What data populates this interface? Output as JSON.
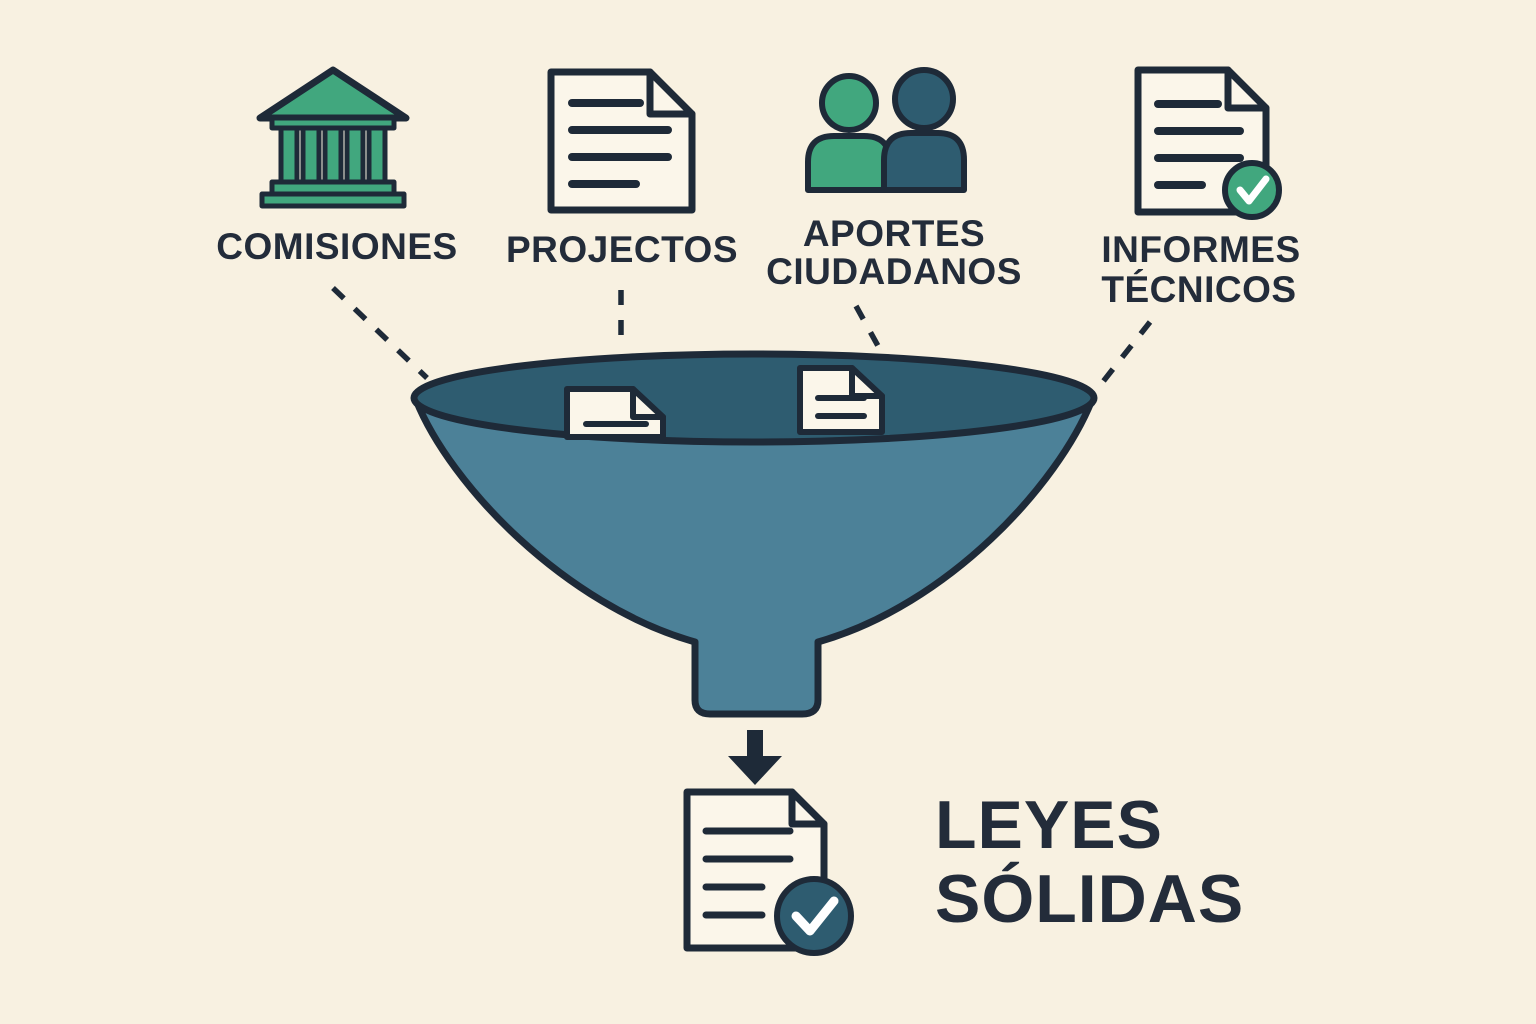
{
  "title": "Law-making funnel infographic",
  "background": "#f8f1e1",
  "colors": {
    "outline": "#1e2a38",
    "text": "#232c3a",
    "green": "#41a77e",
    "teal_dark": "#2e5c70",
    "funnel_body": "#4c8198",
    "paper": "#fbf6ea",
    "check_mark": "#ffffff"
  },
  "inputs": [
    {
      "id": "comisiones",
      "icon": "government-building-icon",
      "lines": [
        "COMISIONES"
      ]
    },
    {
      "id": "projectos",
      "icon": "document-icon",
      "lines": [
        "PROJECTOS"
      ]
    },
    {
      "id": "aportes",
      "icon": "citizens-icon",
      "lines": [
        "APORTES",
        "CIUDADANOS"
      ]
    },
    {
      "id": "informes",
      "icon": "technical-report-icon",
      "lines": [
        "INFORMES",
        "TÉCNICOS"
      ]
    }
  ],
  "funnel": {
    "icon": "funnel-icon",
    "contents": [
      "inner-document-icon",
      "inner-document-icon"
    ]
  },
  "output": {
    "icon": "approved-law-icon",
    "lines": [
      "LEYES",
      "SÓLIDAS"
    ]
  }
}
